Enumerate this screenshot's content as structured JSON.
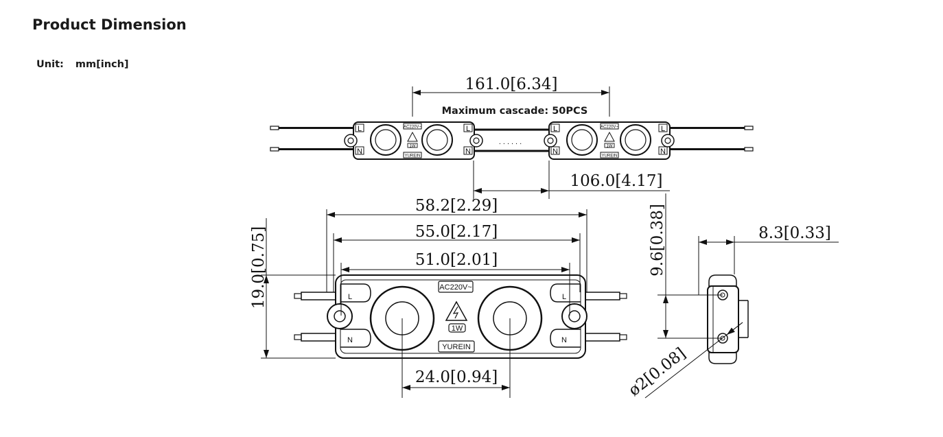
{
  "header": {
    "title": "Product Dimension",
    "unit_label": "Unit:",
    "unit_value": "mm[inch]"
  },
  "cascade": {
    "note": "Maximum cascade: 50PCS",
    "pitch": "161.0[6.34]",
    "gap": "106.0[4.17]",
    "ellipsis": "......"
  },
  "front_view": {
    "overall_length": "58.2[2.29]",
    "body_length": "55.0[2.17]",
    "hole_spacing": "51.0[2.01]",
    "height": "19.0[0.75]",
    "lens_spacing": "24.0[0.94]"
  },
  "side_view": {
    "hole_offset": "9.6[0.38]",
    "depth": "8.3[0.33]",
    "hole_diameter": "ø2[0.08]"
  },
  "module_marks": {
    "voltage": "AC220V~",
    "power": "1W",
    "brand": "YUREIN",
    "terminal_live": "L",
    "terminal_neutral": "N"
  },
  "colors": {
    "ink": "#111111"
  }
}
